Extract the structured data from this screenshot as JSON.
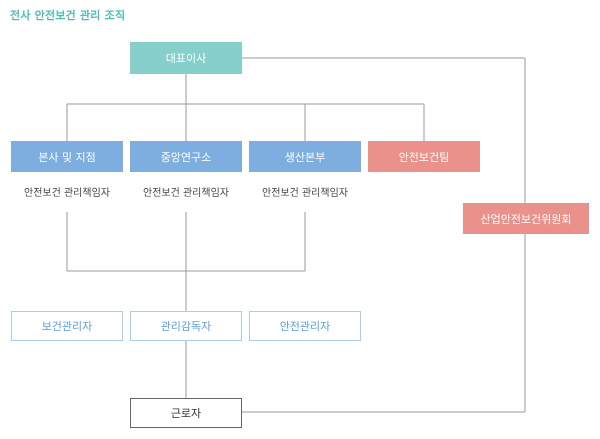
{
  "title": "전사 안전보건 관리 조직",
  "nodes": {
    "ceo": "대표이사",
    "hq": "본사 및 지점",
    "research": "중앙연구소",
    "production": "생산본부",
    "safety_team": "안전보건팀",
    "committee": "산업안전보건위원회",
    "health_manager": "보건관리자",
    "supervisor": "관리감독자",
    "safety_manager": "안전관리자",
    "worker": "근로자"
  },
  "sublabels": {
    "hq": "안전보건 관리책임자",
    "research": "안전보건 관리책임자",
    "production": "안전보건 관리책임자"
  },
  "colors": {
    "title": "#4bbfb7",
    "ceo": "#86cfcb",
    "division": "#7eaee0",
    "safety": "#e9918a",
    "outline": "#a9cdea",
    "line": "#9a9a9a"
  }
}
